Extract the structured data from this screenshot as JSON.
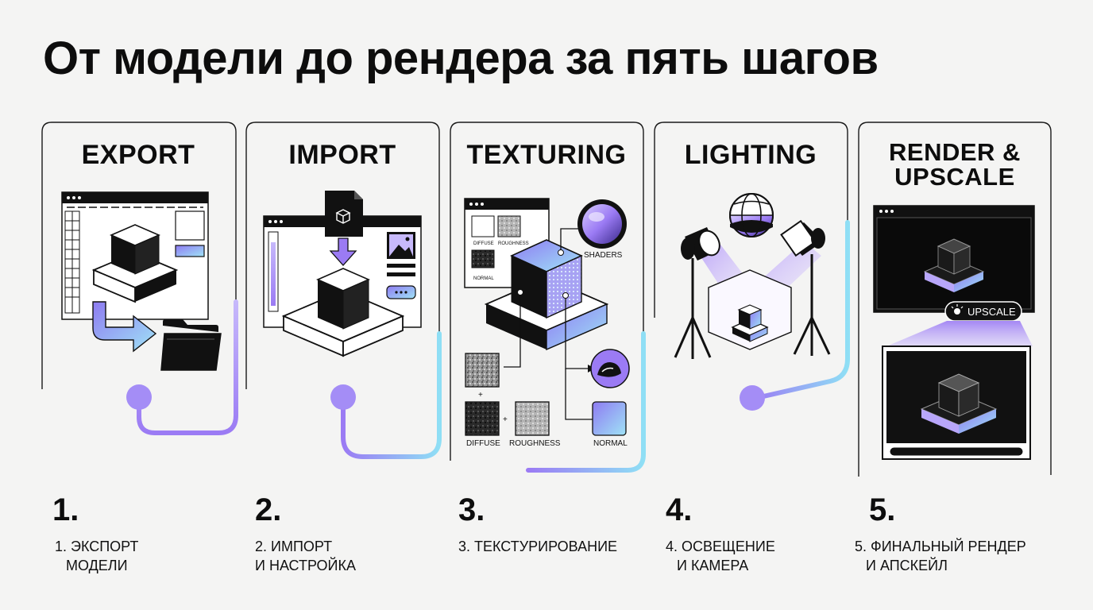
{
  "title": "От модели до рендера за пять шагов",
  "steps": [
    {
      "title_lines": [
        "EXPORT"
      ],
      "number": "1.",
      "desc_lines": [
        "1. ЭКСПОРТ",
        "МОДЕЛИ"
      ]
    },
    {
      "title_lines": [
        "IMPORT"
      ],
      "number": "2.",
      "desc_lines": [
        "2. ИМПОРТ",
        "И НАСТРОЙКА"
      ]
    },
    {
      "title_lines": [
        "TEXTURING"
      ],
      "number": "3.",
      "desc_lines": [
        "3. ТЕКСТУРИРОВАНИЕ"
      ]
    },
    {
      "title_lines": [
        "LIGHTING"
      ],
      "number": "4.",
      "desc_lines": [
        "4. ОСВЕЩЕНИЕ",
        "И КАМЕРА"
      ]
    },
    {
      "title_lines": [
        "RENDER &",
        "UPSCALE"
      ],
      "number": "5.",
      "desc_lines": [
        "5. ФИНАЛЬНЫЙ РЕНДЕР",
        "И АПСКЕЙЛ"
      ]
    }
  ],
  "texturing_labels": {
    "shaders": "SHADERS",
    "diffuse": "DIFFUSE",
    "roughness": "ROUGHNESS",
    "normal": "NORMAL",
    "plus": "+",
    "thumb_diffuse": "DIFFUSE",
    "thumb_roughness": "ROUGHNESS",
    "thumb_normal": "NORMAL"
  },
  "upscale_label": "UPSCALE",
  "colors": {
    "accent_purple": "#9b7bf4",
    "accent_cyan": "#8fdff5",
    "ink": "#0d0d0d",
    "background": "#f4f4f3"
  }
}
